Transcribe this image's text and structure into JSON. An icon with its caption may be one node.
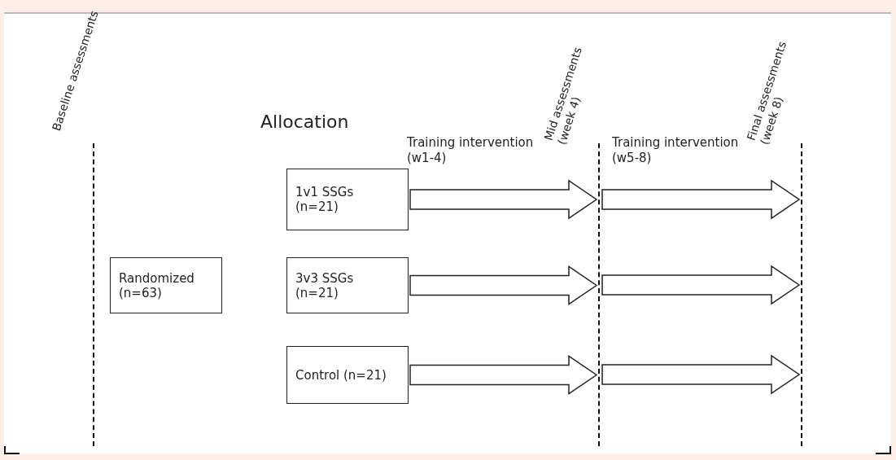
{
  "diagram": {
    "nodes": [
      {
        "text": [
          "Baseline assessments"
        ]
      },
      {
        "text": [
          "Randomized (n=63)"
        ]
      },
      {
        "text": [
          "1v1 SSGs (n=21)"
        ]
      },
      {
        "text": [
          "3v3 SSGs (n=21)"
        ]
      },
      {
        "text": [
          "Control (n=21)"
        ]
      },
      {
        "text": [
          "Mid assessments (week 4)"
        ]
      },
      {
        "text": [
          "Final assessments (week 8)"
        ]
      }
    ],
    "edges": [
      {
        "from": 2,
        "to": 5,
        "arrow": "to"
      },
      {
        "from": 3,
        "to": 5,
        "arrow": "to"
      },
      {
        "from": 4,
        "to": 5,
        "arrow": "to"
      },
      {
        "from": 5,
        "to": 6,
        "arrow": "to"
      },
      {
        "from": 5,
        "to": 6,
        "arrow": "to"
      },
      {
        "from": 5,
        "to": 6,
        "arrow": "to"
      }
    ],
    "labels": [
      "Allocation",
      "Training intervention (w1-4)",
      "Training intervention (w5-8)"
    ]
  }
}
